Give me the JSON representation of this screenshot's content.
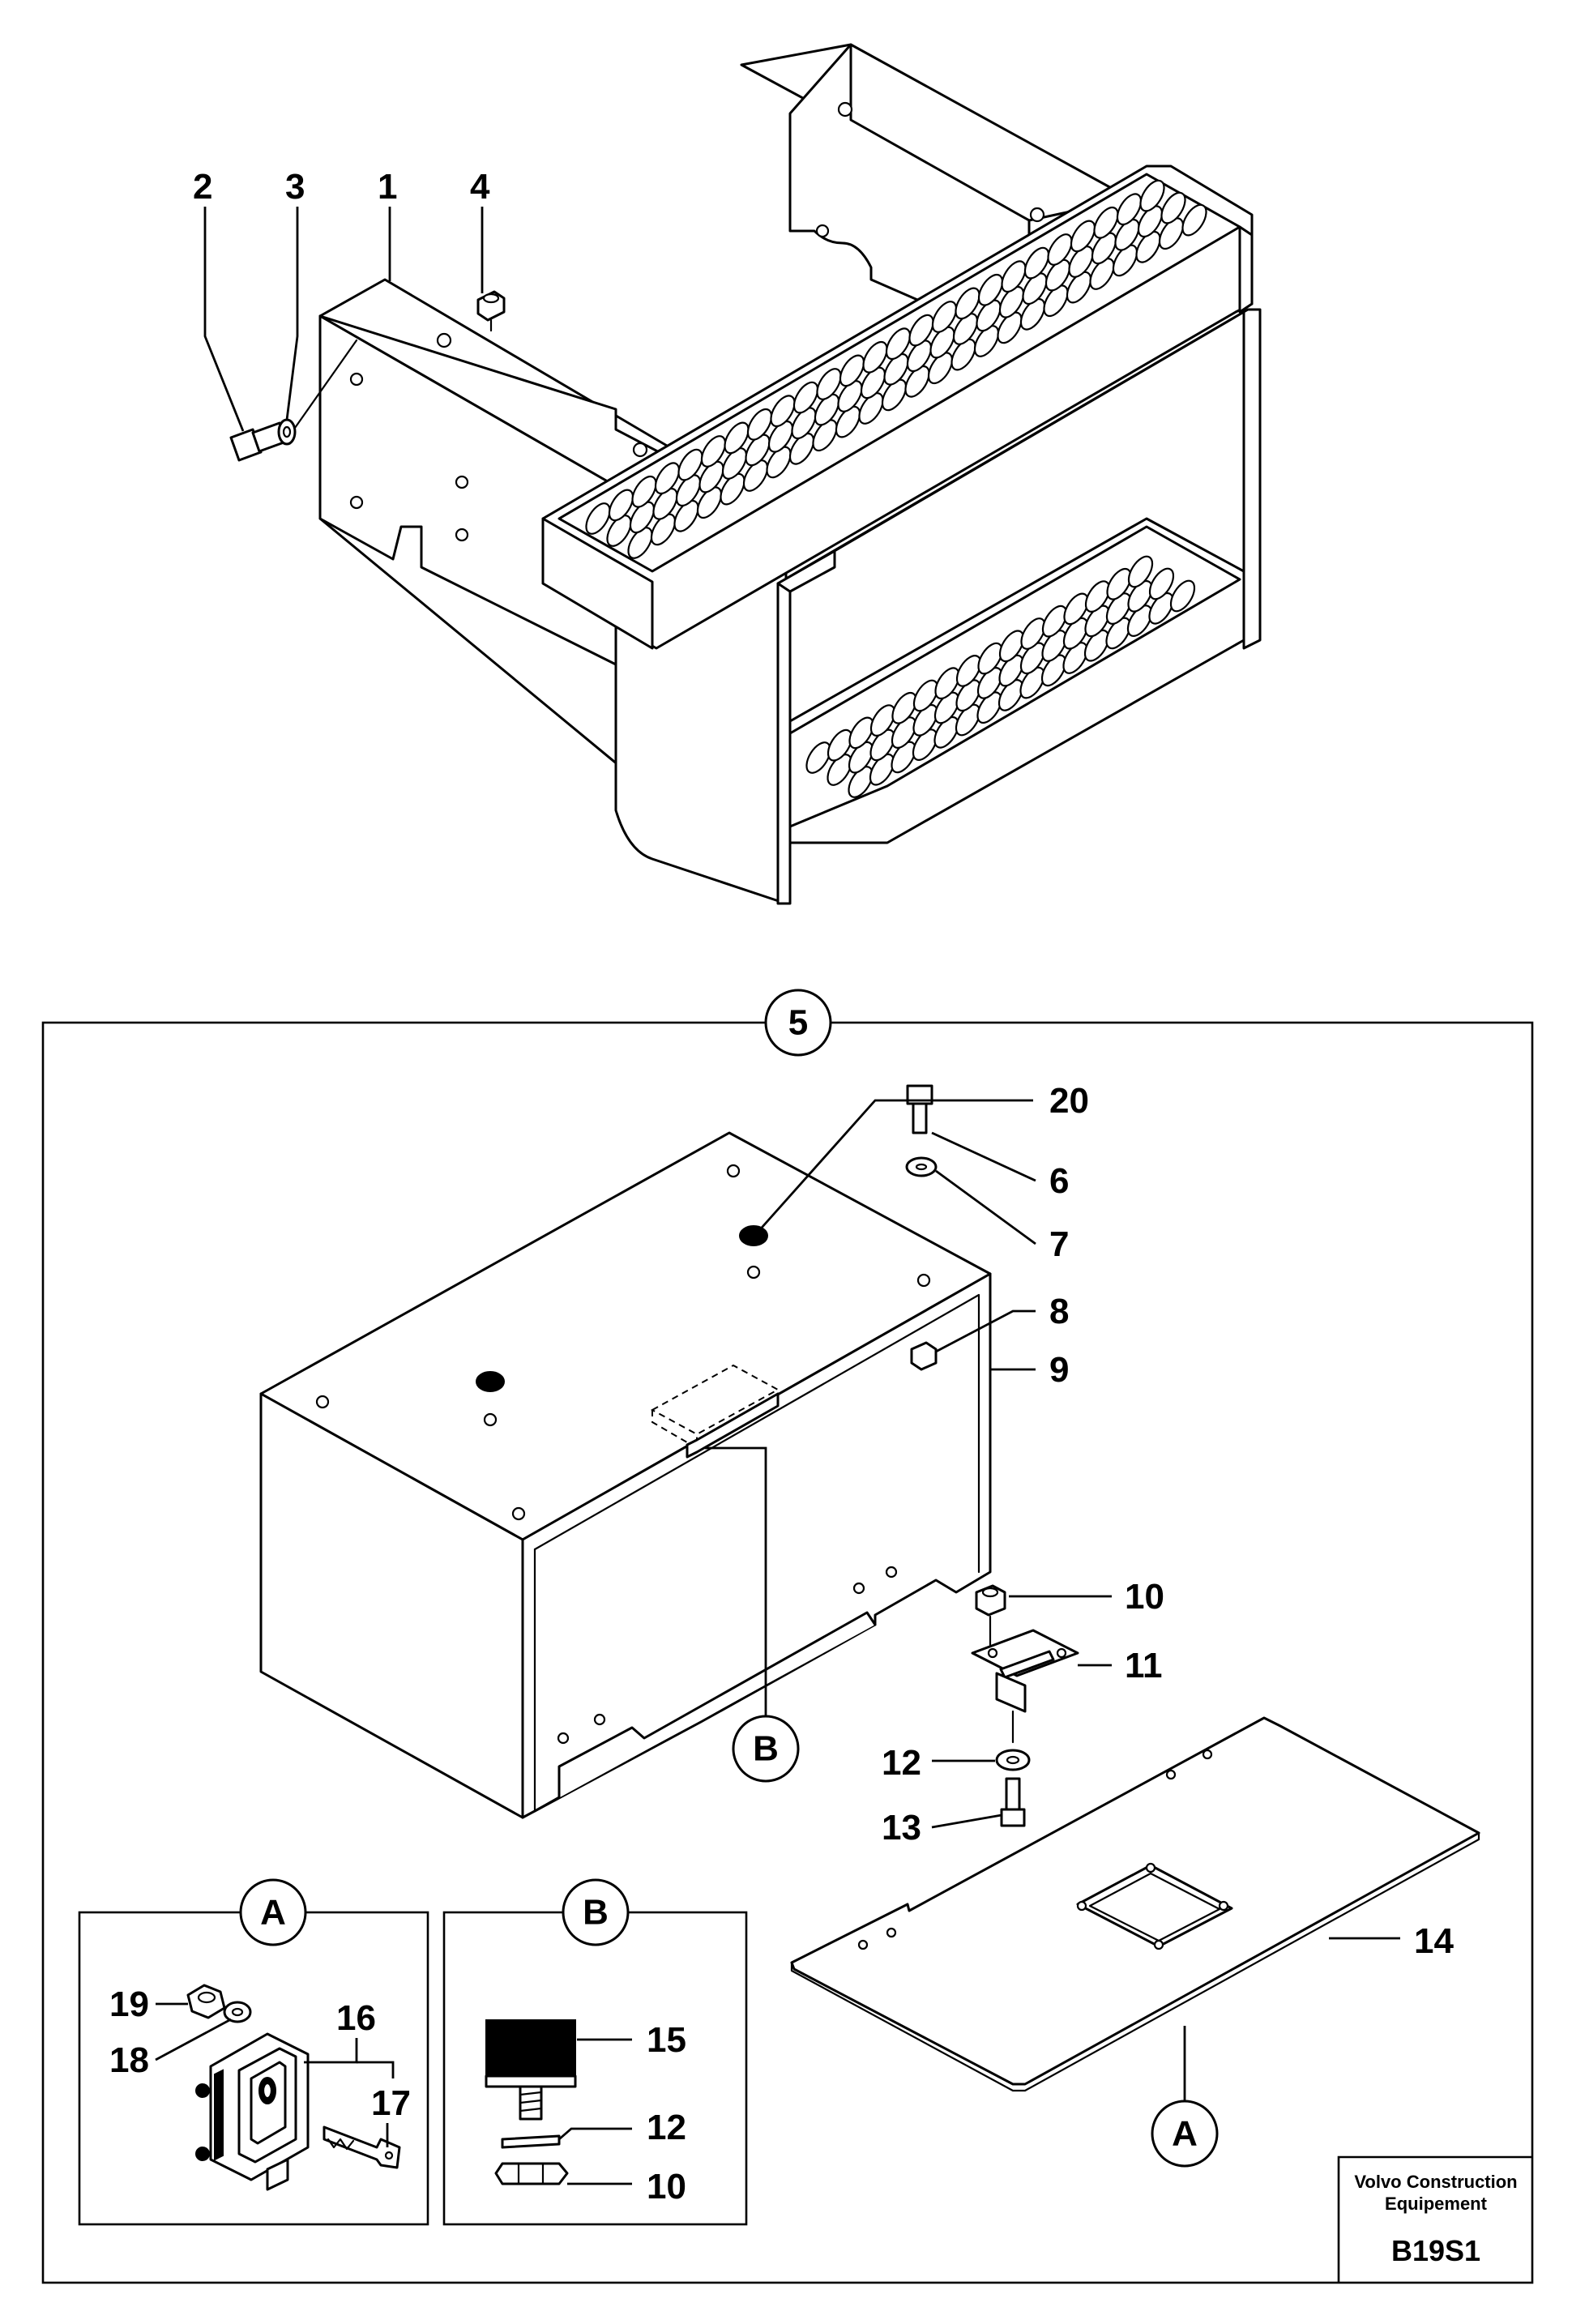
{
  "callouts": {
    "n1": "1",
    "n2": "2",
    "n3": "3",
    "n4": "4",
    "n5": "5",
    "n6": "6",
    "n7": "7",
    "n8": "8",
    "n9": "9",
    "n10": "10",
    "n11": "11",
    "n12": "12",
    "n13": "13",
    "n14": "14",
    "n15": "15",
    "n16": "16",
    "n17": "17",
    "n18": "18",
    "n19": "19",
    "n20": "20",
    "n12b": "12",
    "n10b": "10"
  },
  "references": {
    "detail_a": "A",
    "detail_b": "B",
    "ref_a_on_plate": "A",
    "ref_b_on_box": "B"
  },
  "stamp": {
    "company_line1": "Volvo Construction",
    "company_line2": "Equipement",
    "figure_code": "B19S1"
  }
}
